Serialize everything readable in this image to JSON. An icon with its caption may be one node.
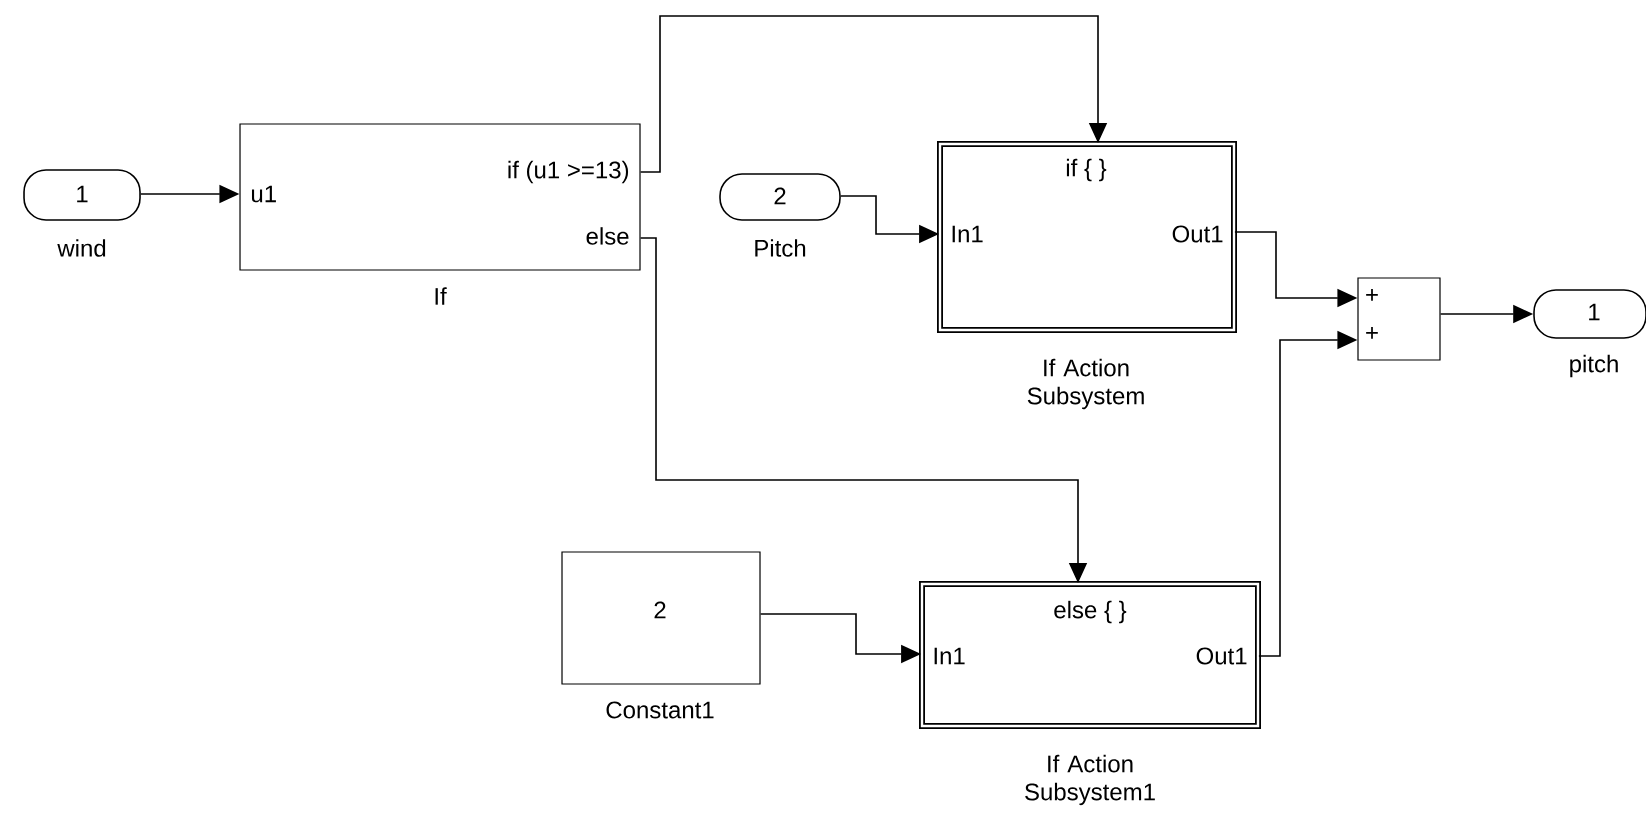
{
  "diagram": {
    "nodes": [
      {
        "text": [
          "1"
        ],
        "beside": [
          "wind"
        ]
      },
      {
        "text": [
          "u1",
          "if (u1 >=13)",
          "else"
        ],
        "beside": [
          "If"
        ]
      },
      {
        "text": [
          "2"
        ],
        "beside": [
          "Pitch"
        ]
      },
      {
        "text": [
          "if { }",
          "In1",
          "Out1"
        ],
        "beside": [
          "If Action Subsystem"
        ]
      },
      {
        "text": [
          "2"
        ],
        "beside": [
          "Constant1"
        ]
      },
      {
        "text": [
          "else { }",
          "In1",
          "Out1"
        ],
        "beside": [
          "If Action Subsystem1"
        ]
      },
      {
        "text": [
          "+",
          "+"
        ]
      },
      {
        "text": [
          "1"
        ],
        "beside": [
          "pitch"
        ]
      }
    ],
    "edges": [
      {
        "from": 0,
        "to": 1,
        "arrow": "to"
      },
      {
        "from": 1,
        "to": 3,
        "arrow": "to"
      },
      {
        "from": 2,
        "to": 3,
        "arrow": "to"
      },
      {
        "from": 1,
        "to": 5,
        "arrow": "to"
      },
      {
        "from": 4,
        "to": 5,
        "arrow": "to"
      },
      {
        "from": 3,
        "to": 6,
        "arrow": "to"
      },
      {
        "from": 5,
        "to": 6,
        "arrow": "to"
      },
      {
        "from": 6,
        "to": 7,
        "arrow": "to"
      }
    ]
  }
}
